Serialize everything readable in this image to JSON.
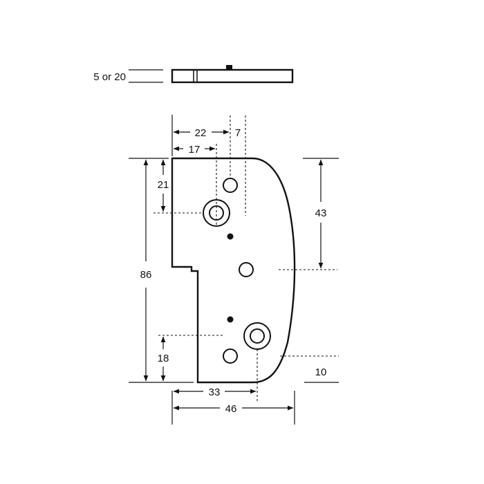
{
  "diagram": {
    "line_color": "#111111",
    "background": "#ffffff",
    "side_view": {
      "thickness_label": "5 or 20"
    },
    "dimensions": {
      "d22": "22",
      "d7": "7",
      "d17": "17",
      "d21": "21",
      "d43": "43",
      "d86": "86",
      "d18": "18",
      "d10": "10",
      "d33": "33",
      "d46": "46"
    }
  }
}
